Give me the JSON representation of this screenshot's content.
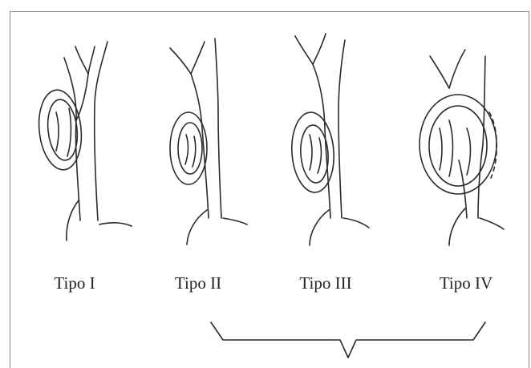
{
  "figure": {
    "labels": [
      "Tipo I",
      "Tipo II",
      "Tipo III",
      "Tipo IV"
    ]
  }
}
